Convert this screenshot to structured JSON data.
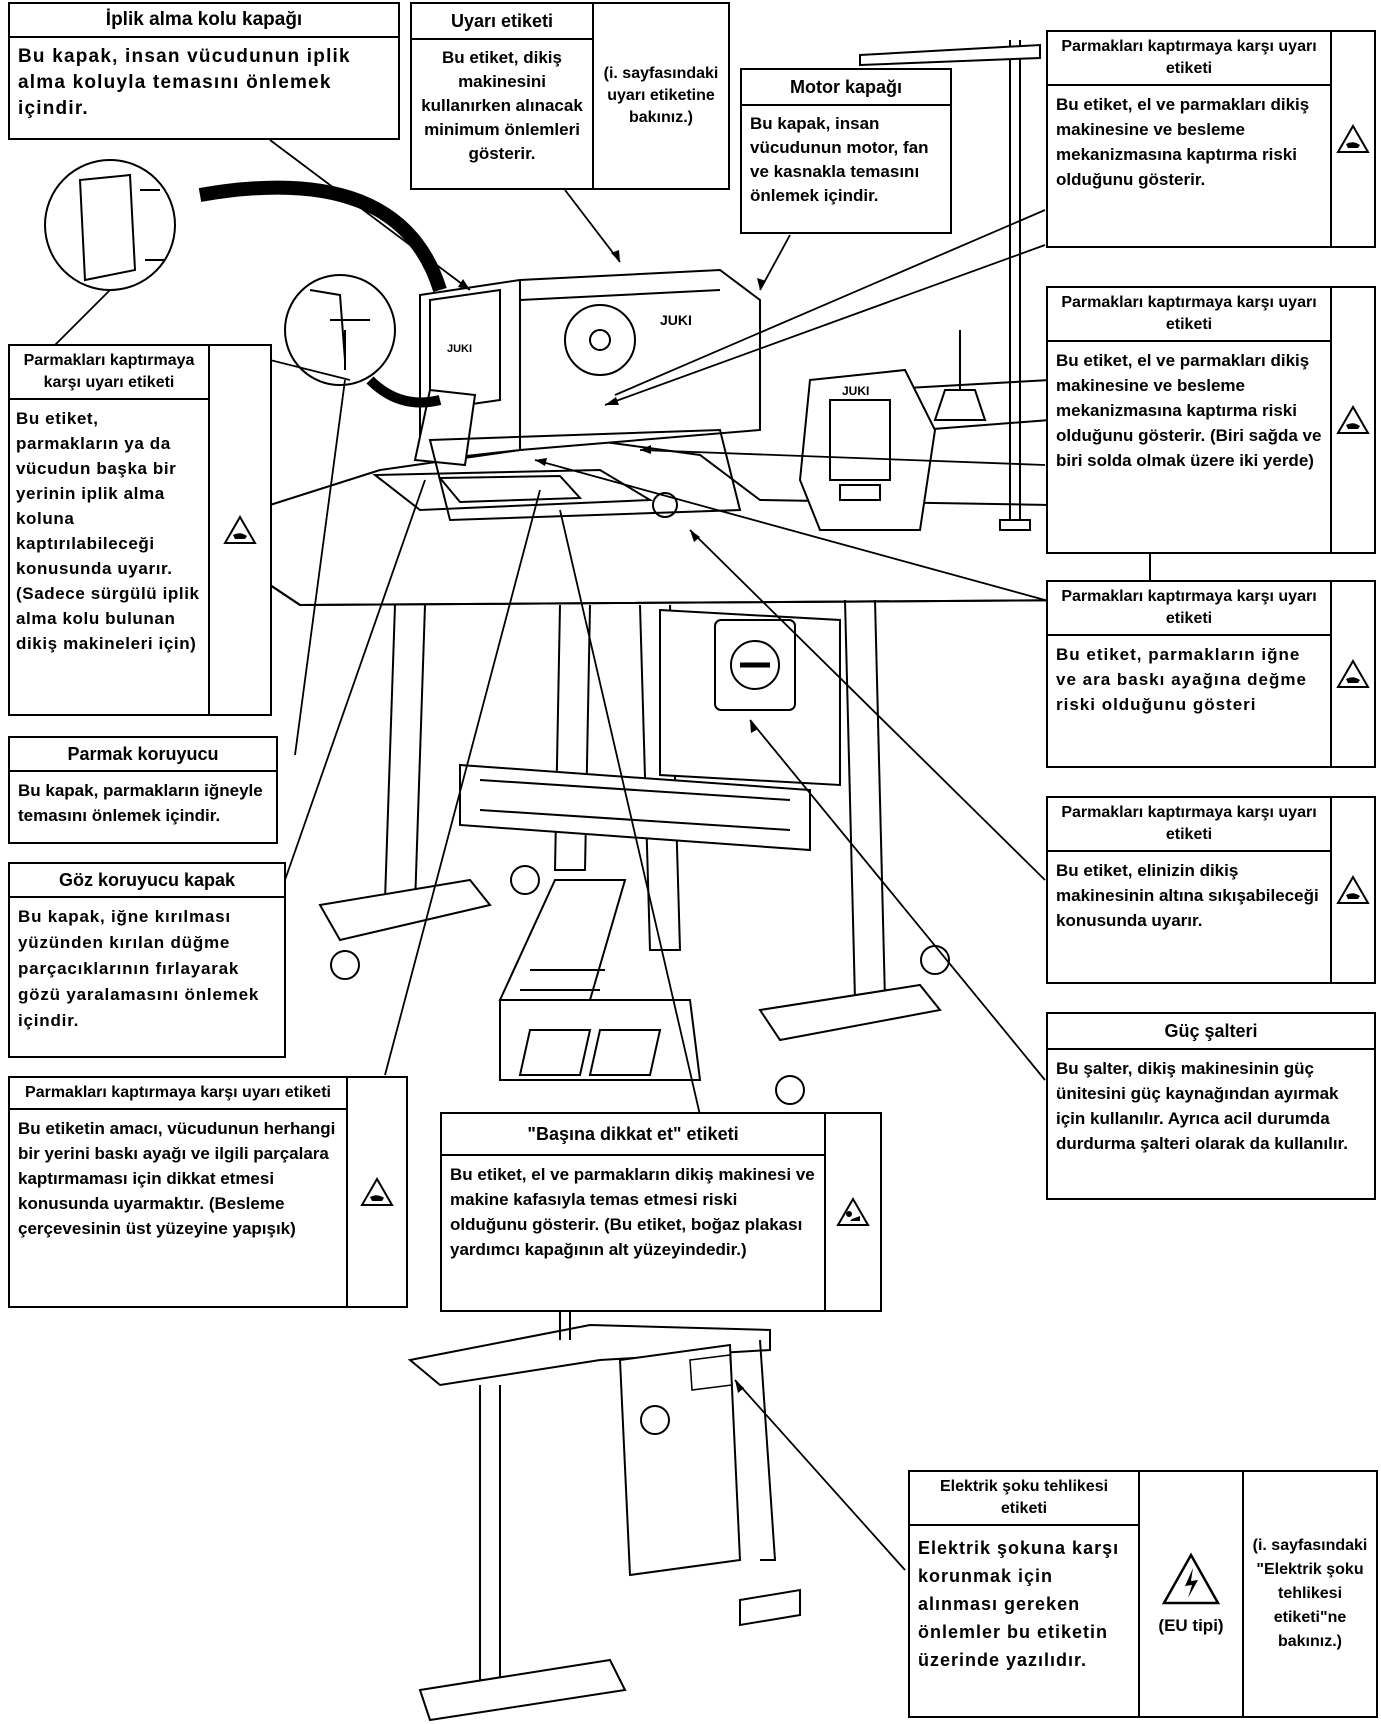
{
  "labels": {
    "iplik_kapak": {
      "title": "İplik alma kolu kapağı",
      "body": "Bu kapak, insan vücudunun iplik alma koluyla temasını önlemek içindir."
    },
    "uyari_etiketi": {
      "title": "Uyarı etiketi",
      "body": "Bu etiket, dikiş makinesini kullanırken alınacak minimum önlemleri gösterir.",
      "note": "(i. sayfasındaki uyarı etiketine bakınız.)"
    },
    "motor_kapak": {
      "title": "Motor kapağı",
      "body": "Bu kapak, insan vücudunun motor, fan ve kasnakla teması­nı önlemek içindir."
    },
    "parmak_r1": {
      "title": "Parmakları kaptırmaya karşı uyarı etiketi",
      "body": "Bu etiket, el ve parmakları dikiş makinesine ve besleme mekanizmasına kaptırma riski olduğunu gösterir."
    },
    "parmak_r2": {
      "title": "Parmakları kaptırmaya karşı uyarı etiketi",
      "body": "Bu etiket, el ve parmakları dikiş makinesine ve besleme mekanizmasına kaptırma riski olduğunu gösterir. (Biri sağda ve biri solda olmak üzere iki yerde)"
    },
    "parmak_r3": {
      "title": "Parmakları kaptırmaya karşı uyarı etiketi",
      "body": "Bu etiket, parmakların iğne ve ara baskı ayağına değme riski olduğunu gösteri"
    },
    "parmak_r4": {
      "title": "Parmakları kaptırmaya karşı uyarı etiketi",
      "body": "Bu etiket, elinizin dikiş makinesinin altına sıkışabileceği konusunda uyarır."
    },
    "guc_salteri": {
      "title": "Güç şalteri",
      "body": "Bu şalter, dikiş makinesinin güç ünitesini güç kaynağından ayırmak için kullanılır. Ayrıca acil durumda durdurma şalteri olarak da kullanılır."
    },
    "parmak_l1": {
      "title": "Parmakları kaptırmaya karşı uyarı etiketi",
      "body": "Bu etiket, parmakların ya da vücudun başka bir yerinin iplik alma koluna kaptırılabileceği konusunda uyarır.(Sadece sürgülü iplik alma kolu bulunan dikiş makineleri için)"
    },
    "parmak_koruyucu": {
      "title": "Parmak koruyucu",
      "body": "Bu kapak, parmakların iğneyle temasını önlemek içindir."
    },
    "goz_koruyucu": {
      "title": "Göz koruyucu kapak",
      "body": "Bu kapak, iğne kırılması yüzünden kırılan düğme parçacıklarının fırlayarak gözü yaralamasını önlemek içindir."
    },
    "parmak_l2": {
      "title": "Parmakları kaptırmaya karşı uyarı etiketi",
      "body": "Bu etiketin amacı, vücudunun herhangi bir yerini baskı ayağı ve ilgili parçalara kaptırmaması için dikkat etmesi konusunda uyarmaktır. (Besleme çerçevesinin üst yüzeyine yapışık)"
    },
    "basina_dikkat": {
      "title": "\"Başına dikkat et\" etiketi",
      "body": "Bu etiket, el ve parmakların dikiş makinesi ve makine kafasıyla temas etmesi riski olduğunu gösterir. (Bu etiket, boğaz plakası yardımcı kapağının alt yüzeyindedir.)"
    },
    "elektrik": {
      "title": "Elektrik şoku tehlikesi etiketi",
      "body": "Elektrik şokuna karşı korunmak için alınması gereken önlemler bu etiketin üzerinde yazılıdır.",
      "icon_caption": "(EU tipi)",
      "note": "(i. sayfasındaki \"Elektrik şoku tehlikesi etiketi\"ne bakınız.)"
    }
  },
  "logos": {
    "machine_brand": "JUKI"
  },
  "icons": {
    "pinch": "finger-pinch-warning-icon",
    "head": "head-caution-warning-icon",
    "shock": "electric-shock-warning-icon"
  }
}
